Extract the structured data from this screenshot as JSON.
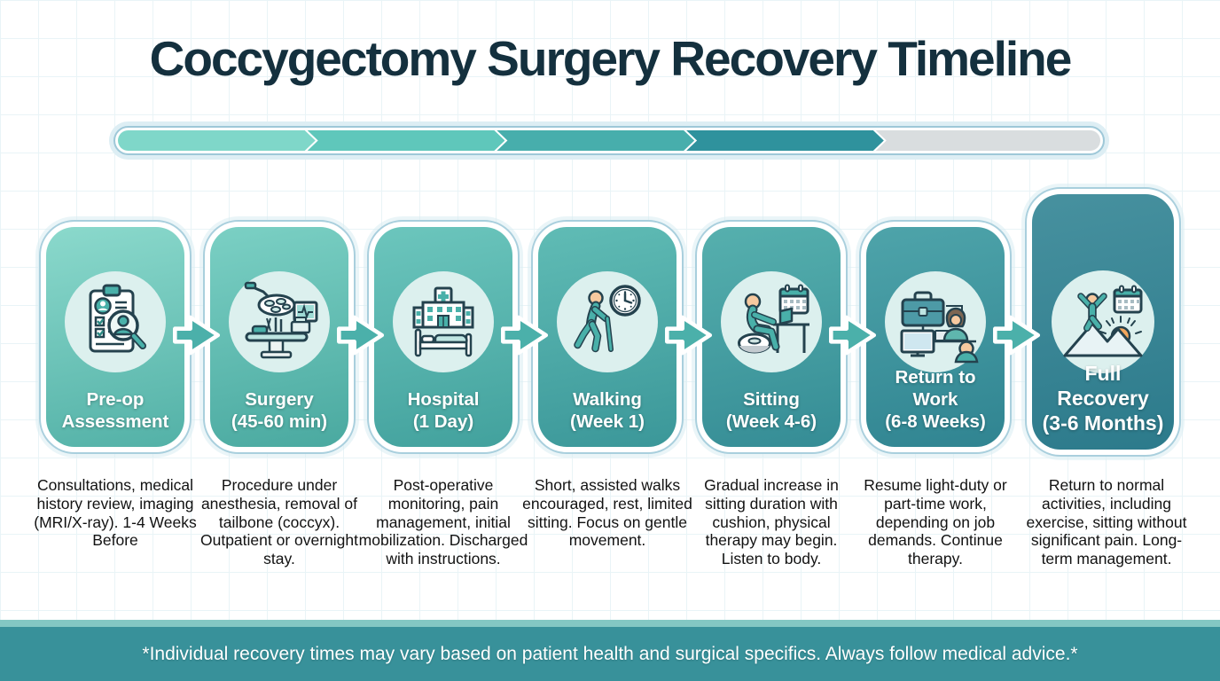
{
  "title": "Coccygectomy Surgery Recovery Timeline",
  "progress_bar": {
    "total_segments": 5,
    "completed_segments": 4,
    "segment_colors": [
      "#7fd7c9",
      "#5fc7bb",
      "#47aeac",
      "#2f929d",
      "#d9dddf"
    ]
  },
  "stages": [
    {
      "name": "Pre-op Assessment",
      "duration": "",
      "icon": "clipboard-checklist-magnifier-icon",
      "description": "Consultations, medical history review, imaging (MRI/X-ray). 1-4 Weeks Before",
      "card_gradient": [
        "#8bd9cc",
        "#53b1a7"
      ]
    },
    {
      "name": "Surgery",
      "duration": "(45-60 min)",
      "icon": "operating-room-icon",
      "description": "Procedure under anesthesia, removal of tailbone (coccyx). Outpatient or overnight stay.",
      "card_gradient": [
        "#7bd0c4",
        "#4aa9a0"
      ]
    },
    {
      "name": "Hospital",
      "duration": "(1 Day)",
      "icon": "hospital-building-bed-icon",
      "description": "Post-operative monitoring, pain management, initial mobilization. Discharged with instructions.",
      "card_gradient": [
        "#6cc6bd",
        "#42a19d"
      ]
    },
    {
      "name": "Walking",
      "duration": "(Week 1)",
      "icon": "walking-person-clock-icon",
      "description": "Short, assisted walks encouraged, rest, limited sitting. Focus on gentle movement.",
      "card_gradient": [
        "#60bcb5",
        "#3b9799"
      ]
    },
    {
      "name": "Sitting",
      "duration": "(Week 4-6)",
      "icon": "sitting-cushion-calendar-icon",
      "description": "Gradual increase in sitting duration with cushion, physical therapy may begin. Listen to body.",
      "card_gradient": [
        "#56b0ae",
        "#358c95"
      ]
    },
    {
      "name": "Return to Work",
      "duration": "(6-8 Weeks)",
      "icon": "briefcase-desk-meeting-icon",
      "description": "Resume light-duty or part-time work, depending on job demands. Continue therapy.",
      "card_gradient": [
        "#4ea4aa",
        "#308491"
      ]
    },
    {
      "name": "Full Recovery",
      "duration": "(3-6 Months)",
      "icon": "mountain-summit-person-calendar-icon",
      "description": "Return to normal activities, including exercise, sitting without significant pain. Long-term management.",
      "card_gradient": [
        "#47919f",
        "#2c7a8b"
      ]
    }
  ],
  "footer": {
    "note": "*Individual recovery times may vary based on patient health and surgical specifics. Always follow medical advice.*"
  },
  "colors": {
    "title_text": "#14303e",
    "background": "#ffffff",
    "grid_line": "#e9f4f7",
    "card_outline": "#a9cfdd",
    "icon_circle_bg": "#dcf0ee",
    "arrow": "#4bb0aa",
    "label_text": "#ffffff",
    "description_text": "#121212",
    "footer_bg": "#38919a",
    "footer_strip": "#83c7c3"
  }
}
